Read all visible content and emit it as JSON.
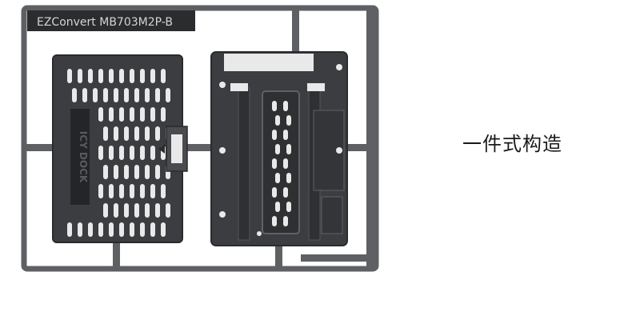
{
  "frame": {
    "label": "EZConvert  MB703M2P-B"
  },
  "caption": "一件式构造",
  "brand": {
    "logo_text": "ICY DOCK"
  },
  "colors": {
    "frame": "#5f6063",
    "frame_dark": "#4a4b4e",
    "plate": "#3c3d40",
    "hole": "#e9e9ea",
    "label_bg": "#2b2c2e",
    "label_text": "#d4d4d4"
  }
}
